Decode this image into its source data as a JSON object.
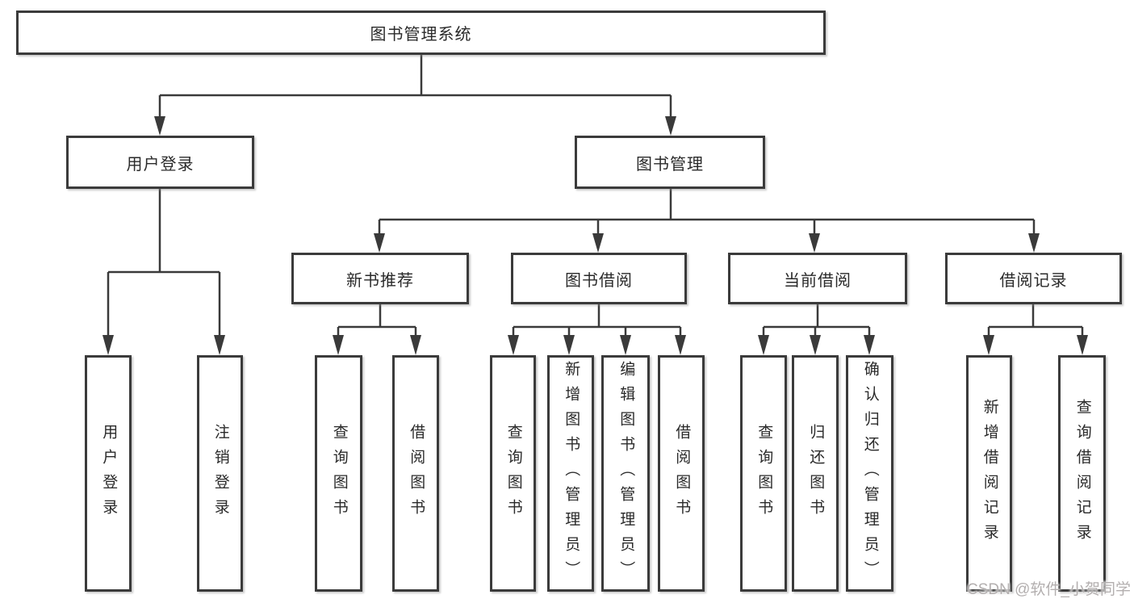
{
  "diagram": {
    "title": "图书管理系统",
    "root": {
      "label": "图书管理系统"
    },
    "level2": [
      {
        "label": "用户登录"
      },
      {
        "label": "图书管理"
      }
    ],
    "level3": [
      {
        "label": "新书推荐",
        "parent": "图书管理"
      },
      {
        "label": "图书借阅",
        "parent": "图书管理"
      },
      {
        "label": "当前借阅",
        "parent": "图书管理"
      },
      {
        "label": "借阅记录",
        "parent": "图书管理"
      }
    ],
    "leaves": [
      {
        "label": "用户登录",
        "parent": "用户登录"
      },
      {
        "label": "注销登录",
        "parent": "用户登录"
      },
      {
        "label": "查询图书",
        "parent": "新书推荐"
      },
      {
        "label": "借阅图书",
        "parent": "新书推荐"
      },
      {
        "label": "查询图书",
        "parent": "图书借阅"
      },
      {
        "label": "新增图书（管理员）",
        "parent": "图书借阅"
      },
      {
        "label": "编辑图书（管理员）",
        "parent": "图书借阅"
      },
      {
        "label": "借阅图书",
        "parent": "图书借阅"
      },
      {
        "label": "查询图书",
        "parent": "当前借阅"
      },
      {
        "label": "归还图书",
        "parent": "当前借阅"
      },
      {
        "label": "确认归还（管理员）",
        "parent": "当前借阅"
      },
      {
        "label": "新增借阅记录",
        "parent": "借阅记录"
      },
      {
        "label": "查询借阅记录",
        "parent": "借阅记录"
      }
    ]
  },
  "watermark": {
    "text": "CSDN @软件_小贺同学"
  },
  "colors": {
    "line": "#3a3a3a",
    "box_border": "#3b3b3b",
    "box_fill": "#ffffff",
    "text": "#2a2a2a",
    "watermark": "#b3afaf",
    "background": "#ffffff"
  }
}
